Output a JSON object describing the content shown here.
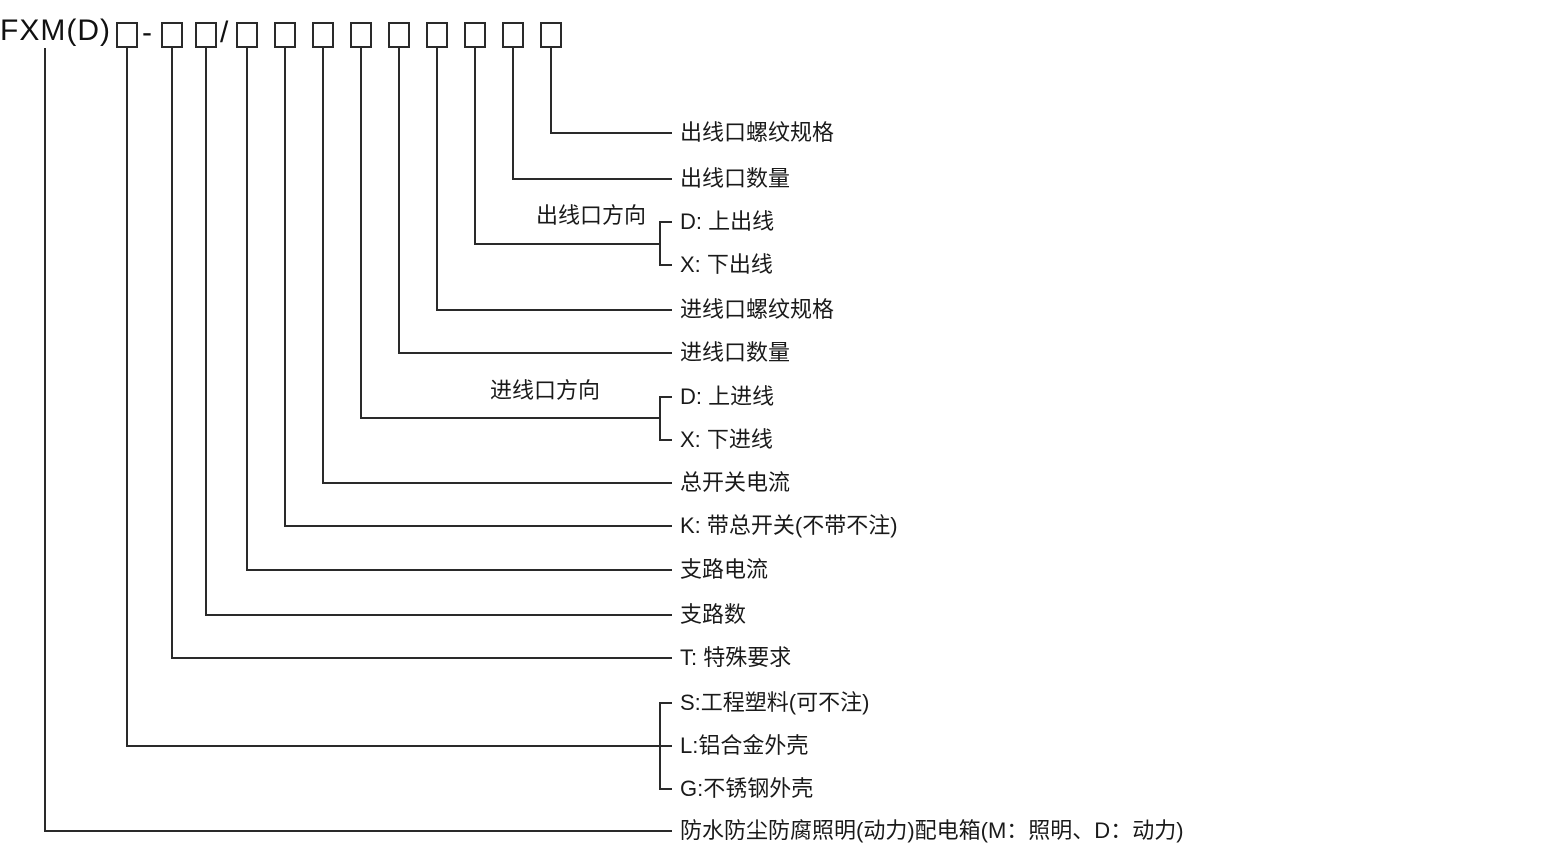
{
  "code": {
    "prefix": "FXM(D)",
    "dash": "-",
    "slash": "/"
  },
  "labels": {
    "outlet_thread_spec": "出线口螺纹规格",
    "outlet_count": "出线口数量",
    "outlet_direction": "出线口方向",
    "outlet_direction_up": "D: 上出线",
    "outlet_direction_down": "X: 下出线",
    "inlet_thread_spec": "进线口螺纹规格",
    "inlet_count": "进线口数量",
    "inlet_direction": "进线口方向",
    "inlet_direction_up": "D: 上进线",
    "inlet_direction_down": "X: 下进线",
    "main_switch_current": "总开关电流",
    "main_switch_option": "K: 带总开关(不带不注)",
    "branch_current": "支路电流",
    "branch_count": "支路数",
    "special_requirement": "T: 特殊要求",
    "shell_plastic": "S:工程塑料(可不注)",
    "shell_aluminum": "L:铝合金外壳",
    "shell_stainless": "G:不锈钢外壳",
    "product_name": "防水防尘防腐照明(动力)配电箱(M：照明、D：动力)"
  },
  "colors": {
    "line": "#2a2a2a",
    "text": "#1a1a1a",
    "background": "#ffffff"
  }
}
